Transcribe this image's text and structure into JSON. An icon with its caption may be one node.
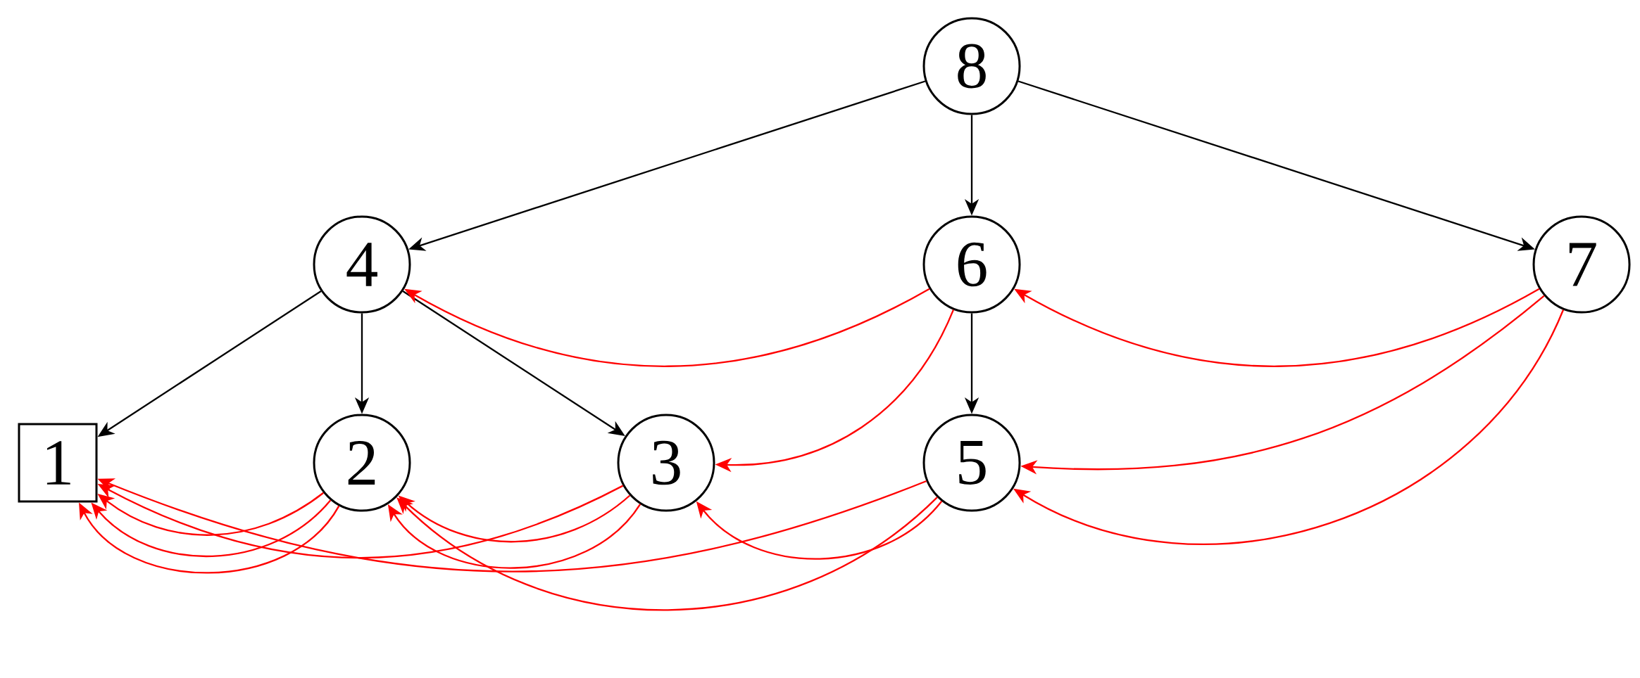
{
  "diagram": {
    "nodes": [
      {
        "text": [
          "8"
        ]
      },
      {
        "text": [
          "4"
        ]
      },
      {
        "text": [
          "6"
        ]
      },
      {
        "text": [
          "7"
        ]
      },
      {
        "text": [
          "1"
        ]
      },
      {
        "text": [
          "2"
        ]
      },
      {
        "text": [
          "3"
        ]
      },
      {
        "text": [
          "5"
        ]
      }
    ],
    "edges": [
      {
        "from": 0,
        "to": 1,
        "arrow": "to",
        "color": "#000000"
      },
      {
        "from": 0,
        "to": 2,
        "arrow": "to",
        "color": "#000000"
      },
      {
        "from": 0,
        "to": 3,
        "arrow": "to",
        "color": "#000000"
      },
      {
        "from": 1,
        "to": 4,
        "arrow": "to",
        "color": "#000000"
      },
      {
        "from": 1,
        "to": 5,
        "arrow": "to",
        "color": "#000000"
      },
      {
        "from": 1,
        "to": 6,
        "arrow": "to",
        "color": "#000000"
      },
      {
        "from": 2,
        "to": 7,
        "arrow": "to",
        "color": "#000000"
      },
      {
        "from": 2,
        "to": 1,
        "arrow": "to"
      },
      {
        "from": 2,
        "to": 6,
        "arrow": "to"
      },
      {
        "from": 3,
        "to": 2,
        "arrow": "to"
      },
      {
        "from": 3,
        "to": 7,
        "arrow": "to"
      },
      {
        "from": 3,
        "to": 7,
        "arrow": "to"
      },
      {
        "from": 5,
        "to": 4,
        "arrow": "to"
      },
      {
        "from": 5,
        "to": 4,
        "arrow": "to"
      },
      {
        "from": 5,
        "to": 4,
        "arrow": "to"
      },
      {
        "from": 6,
        "to": 4,
        "arrow": "to"
      },
      {
        "from": 6,
        "to": 5,
        "arrow": "to"
      },
      {
        "from": 6,
        "to": 5,
        "arrow": "to"
      },
      {
        "from": 7,
        "to": 4,
        "arrow": "to"
      },
      {
        "from": 7,
        "to": 5,
        "arrow": "to"
      },
      {
        "from": 7,
        "to": 6,
        "arrow": "to"
      }
    ]
  }
}
